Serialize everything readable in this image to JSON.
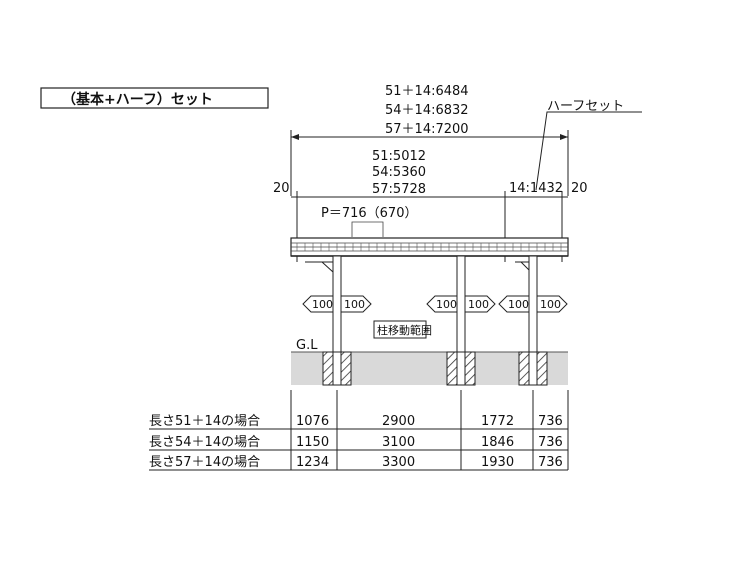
{
  "title": "（基本+ハーフ）セット",
  "overall_width": [
    "51＋14:6484",
    "54＋14:6832",
    "57＋14:7200"
  ],
  "half_set_label": "ハーフセット",
  "main_width": [
    "51:5012",
    "54:5360",
    "57:5728"
  ],
  "half_width": "14:1432",
  "eave_left": "20",
  "eave_right": "20",
  "pitch": "P＝716（670）",
  "arrow_value": "100",
  "post_range_label": "柱移動範囲",
  "ground_label": "G.L",
  "table": {
    "rows": [
      {
        "label": "長さ51＋14の場合",
        "values": [
          "1076",
          "2900",
          "1772",
          "736"
        ]
      },
      {
        "label": "長さ54＋14の場合",
        "values": [
          "1150",
          "3100",
          "1846",
          "736"
        ]
      },
      {
        "label": "長さ57＋14の場合",
        "values": [
          "1234",
          "3300",
          "1930",
          "736"
        ]
      }
    ]
  }
}
